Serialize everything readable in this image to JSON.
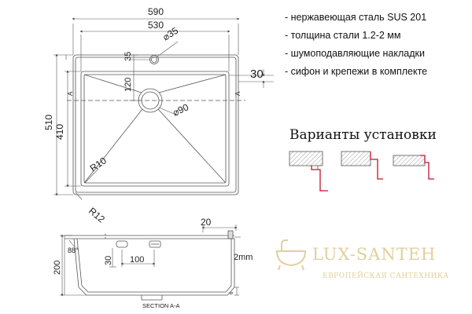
{
  "dimensions": {
    "width_outer": "590",
    "width_inner": "530",
    "hole_diameter": "⌀35",
    "hole_offset": "35",
    "drain_offset": "120",
    "depth_outer": "510",
    "depth_inner": "410",
    "right_margin": "30",
    "drain_diameter": "⌀90",
    "radius_inner": "R10",
    "radius_outer": "R12",
    "section_marker": "A",
    "flange": "20",
    "angle": "88°",
    "height": "200",
    "overflow_height": "30",
    "overflow_length": "100",
    "thickness": "2mm",
    "section_label": "SECTION A-A",
    "small_dim": "6"
  },
  "features": [
    "- нержавеющая сталь SUS 201",
    "- толщина стали 1.2-2 мм",
    "- шумоподавляющие накладки",
    "- сифон и крепежи в комплекте"
  ],
  "install": {
    "title": "Варианты установки"
  },
  "brand": {
    "name": "LUX-SANTEH",
    "tagline": "ЕВРОПЕЙСКАЯ САНТЕХНИКА"
  },
  "colors": {
    "line": "#555555",
    "accent": "#c8102e",
    "brand": "#e2cf9c",
    "hatch": "#999999"
  }
}
